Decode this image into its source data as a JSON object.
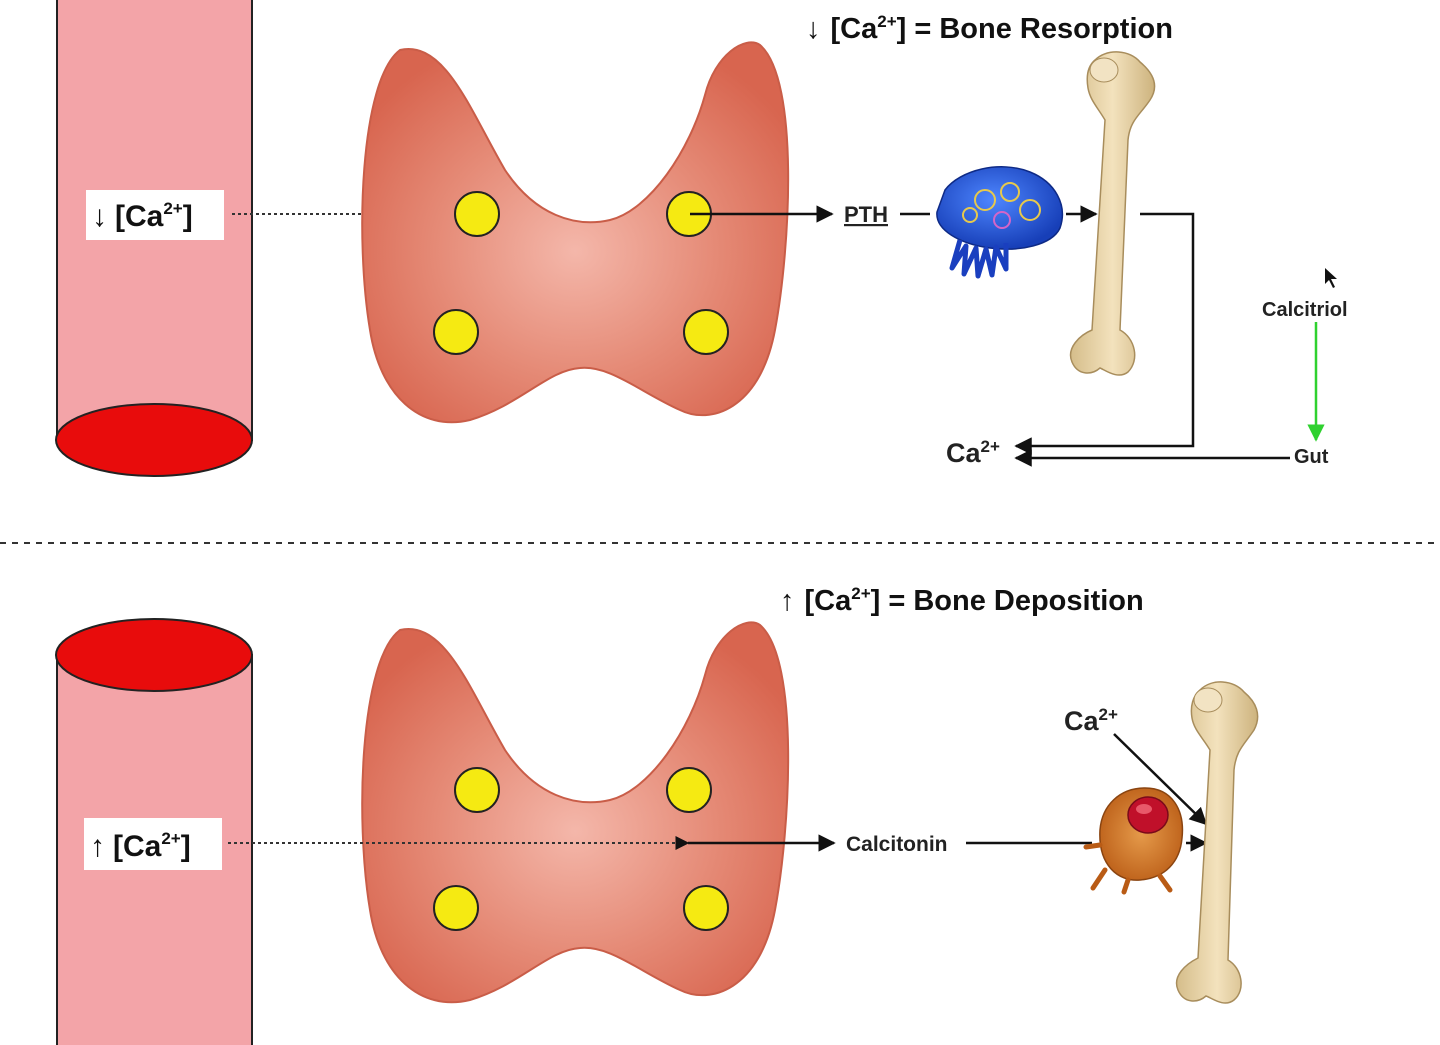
{
  "top": {
    "title": {
      "arrow": "↓",
      "prefix": "[Ca",
      "sup": "2+",
      "suffix": "] = Bone Resorption"
    },
    "vessel_label": {
      "arrow": "↓",
      "prefix": "[Ca",
      "sup": "2+",
      "suffix": "]"
    },
    "pth_label": "PTH",
    "calcitriol_label": "Calcitriol",
    "gut_label": "Gut",
    "ca_label": {
      "prefix": "Ca",
      "sup": "2+"
    }
  },
  "bottom": {
    "title": {
      "arrow": "↑",
      "prefix": "[Ca",
      "sup": "2+",
      "suffix": "] = Bone Deposition"
    },
    "vessel_label": {
      "arrow": "↑",
      "prefix": "[Ca",
      "sup": "2+",
      "suffix": "]"
    },
    "calcitonin_label": "Calcitonin",
    "ca_label": {
      "prefix": "Ca",
      "sup": "2+"
    }
  },
  "colors": {
    "vessel_body": "#f3a4a8",
    "vessel_cap": "#e80c0c",
    "thyroid": "#e07865",
    "parathyroid": "#f5ea12",
    "bone": "#e8d3a6",
    "osteoclast": "#1f4fd8",
    "osteoblast": "#d97a2a",
    "calcitriol_arrow": "#2fd12f"
  },
  "icons": {
    "osteoclast": "osteoclast-cell-icon",
    "osteoblast": "osteoblast-cell-icon",
    "bone": "femur-bone-icon",
    "cursor": "mouse-cursor-icon"
  }
}
